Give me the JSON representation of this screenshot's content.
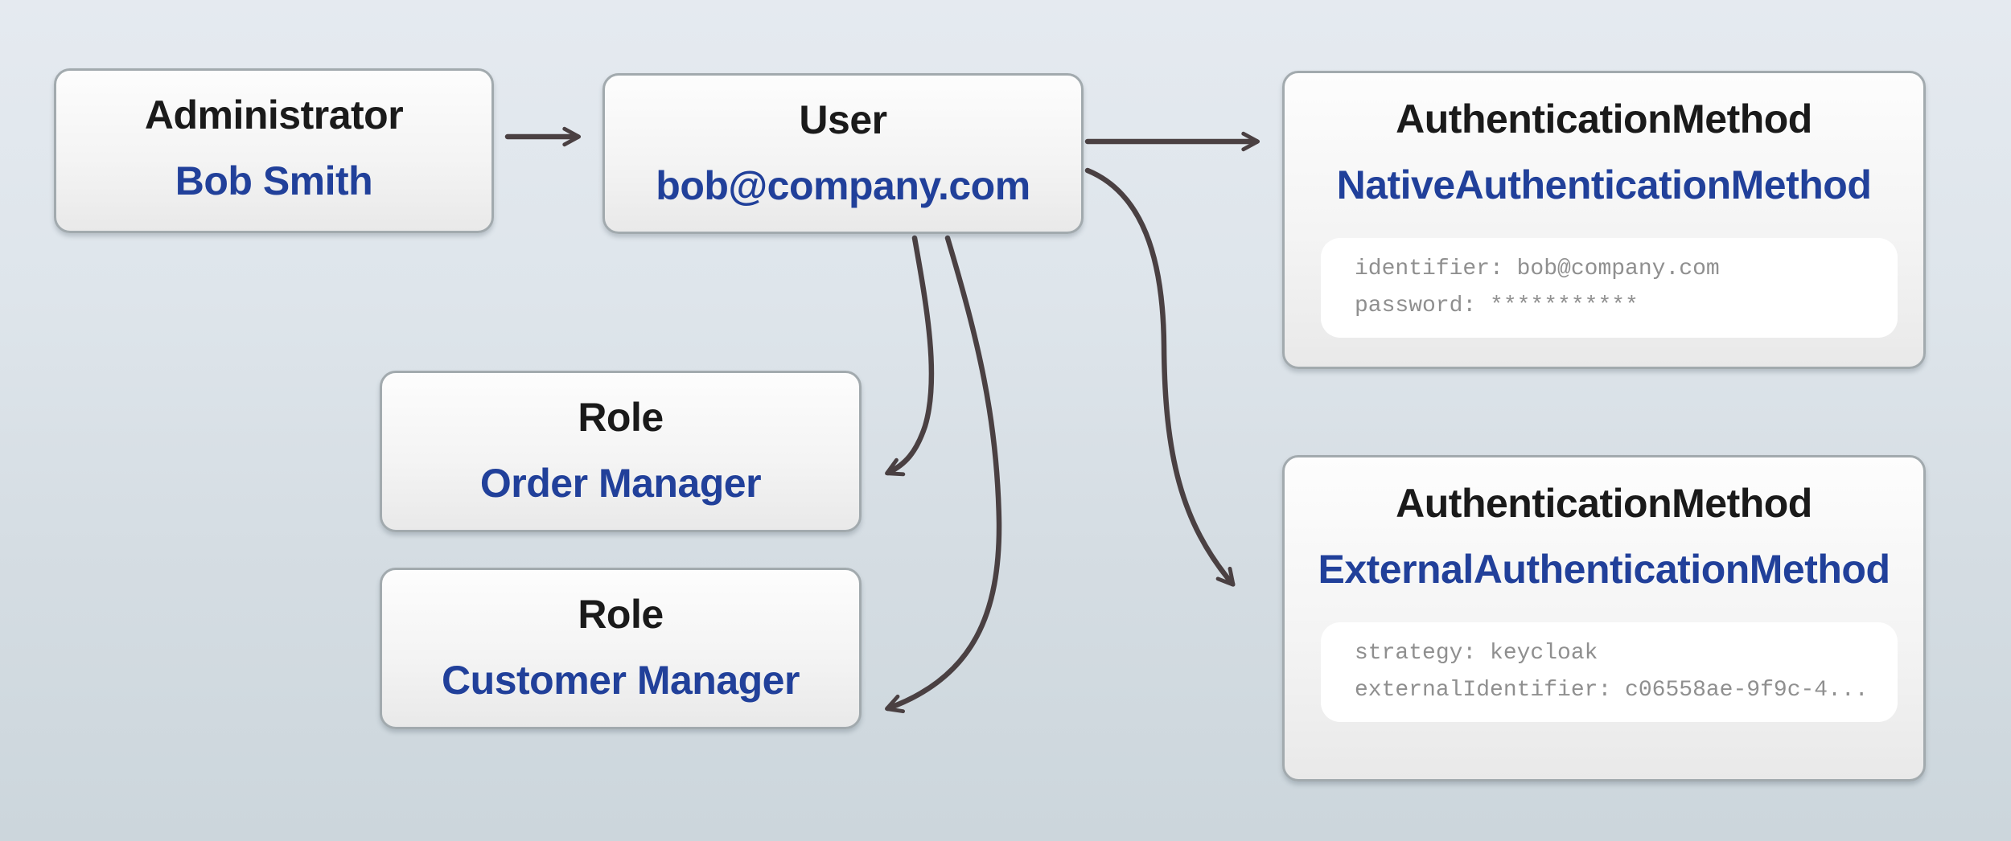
{
  "diagram": {
    "description": "Entity relationship diagram: an Administrator owns a User which has two Roles and two AuthenticationMethods"
  },
  "colors": {
    "background_top": "#e5eaf0",
    "background_bottom": "#ccd6dc",
    "node_border": "#a2aaae",
    "node_fill_top": "#fdfdfd",
    "node_fill_bottom": "#e9e9e9",
    "type_text": "#1a1a1a",
    "label_text": "#21409a",
    "attr_text": "#8f8f8f",
    "arrow": "#4a4042"
  },
  "nodes": [
    {
      "id": "administrator",
      "type": "Administrator",
      "label": "Bob Smith"
    },
    {
      "id": "user",
      "type": "User",
      "label": "bob@company.com"
    },
    {
      "id": "native-auth",
      "type": "AuthenticationMethod",
      "label": "NativeAuthenticationMethod",
      "attributes": [
        "identifier: bob@company.com",
        "password: ***********"
      ]
    },
    {
      "id": "role-order",
      "type": "Role",
      "label": "Order Manager"
    },
    {
      "id": "role-customer",
      "type": "Role",
      "label": "Customer Manager"
    },
    {
      "id": "external-auth",
      "type": "AuthenticationMethod",
      "label": "ExternalAuthenticationMethod",
      "attributes": [
        "strategy: keycloak",
        "externalIdentifier: c06558ae-9f9c-4..."
      ]
    }
  ],
  "edges": [
    {
      "from": "Administrator (Bob Smith)",
      "to": "User (bob@company.com)"
    },
    {
      "from": "User (bob@company.com)",
      "to": "AuthenticationMethod (NativeAuthenticationMethod)"
    },
    {
      "from": "User (bob@company.com)",
      "to": "AuthenticationMethod (ExternalAuthenticationMethod)"
    },
    {
      "from": "User (bob@company.com)",
      "to": "Role (Order Manager)"
    },
    {
      "from": "User (bob@company.com)",
      "to": "Role (Customer Manager)"
    }
  ]
}
